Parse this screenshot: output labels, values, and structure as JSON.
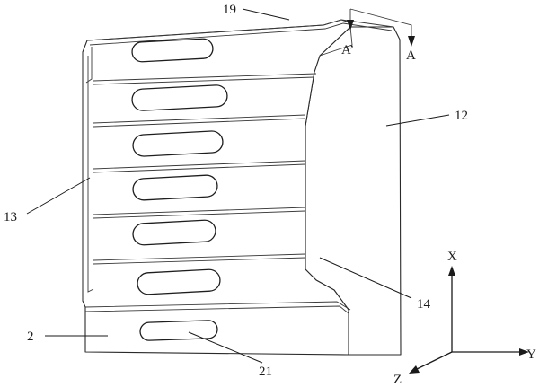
{
  "labels": {
    "l19": "19",
    "l12": "12",
    "l13": "13",
    "l14": "14",
    "l2": "2",
    "l21": "21",
    "section_a_prime": "A’",
    "section_a": "A"
  },
  "axes": {
    "x": "X",
    "y": "Y",
    "z": "Z"
  },
  "colors": {
    "line": "#2a2a2a",
    "background": "#ffffff"
  }
}
